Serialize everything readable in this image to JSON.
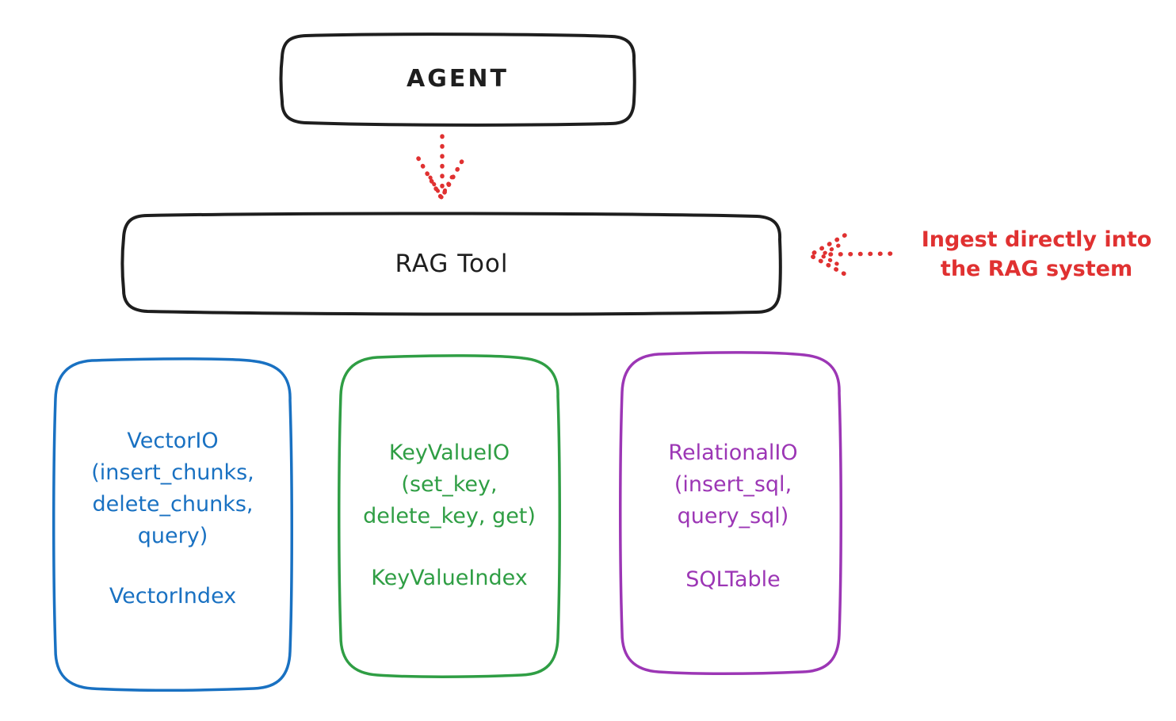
{
  "agent": {
    "label": "AGENT"
  },
  "rag_tool": {
    "label": "RAG Tool"
  },
  "annotation": {
    "line1": "Ingest directly into",
    "line2": "the RAG system"
  },
  "vector_box": {
    "lines": [
      "VectorIO",
      "(insert_chunks,",
      "delete_chunks,",
      "query)"
    ],
    "footer": "VectorIndex"
  },
  "keyvalue_box": {
    "lines": [
      "KeyValueIO",
      "(set_key,",
      "delete_key, get)"
    ],
    "footer": "KeyValueIndex"
  },
  "relational_box": {
    "lines": [
      "RelationalIO",
      "(insert_sql,",
      "query_sql)"
    ],
    "footer": "SQLTable"
  },
  "colors": {
    "ink": "#1e1e1e",
    "red": "#e03131",
    "blue": "#1971c2",
    "green": "#2f9e44",
    "purple": "#9c36b5",
    "bg": "#ffffff"
  }
}
